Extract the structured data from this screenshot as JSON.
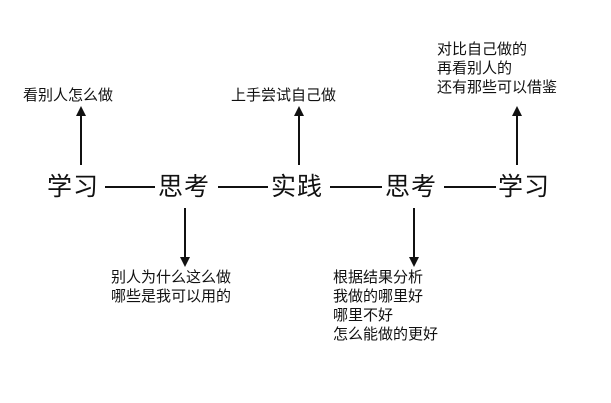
{
  "flow": {
    "steps": [
      "学习",
      "思考",
      "实践",
      "思考",
      "学习"
    ]
  },
  "notes": {
    "step1_above": [
      "看别人怎么做"
    ],
    "step2_below": [
      "别人为什么这么做",
      "哪些是我可以用的"
    ],
    "step3_above": [
      "上手尝试自己做"
    ],
    "step4_below": [
      "根据结果分析",
      "我做的哪里好",
      "哪里不好",
      "怎么能做的更好"
    ],
    "step5_above": [
      "对比自己做的",
      "再看别人的",
      "还有那些可以借鉴"
    ]
  },
  "colors": {
    "ink": "#111111",
    "background": "#ffffff"
  }
}
